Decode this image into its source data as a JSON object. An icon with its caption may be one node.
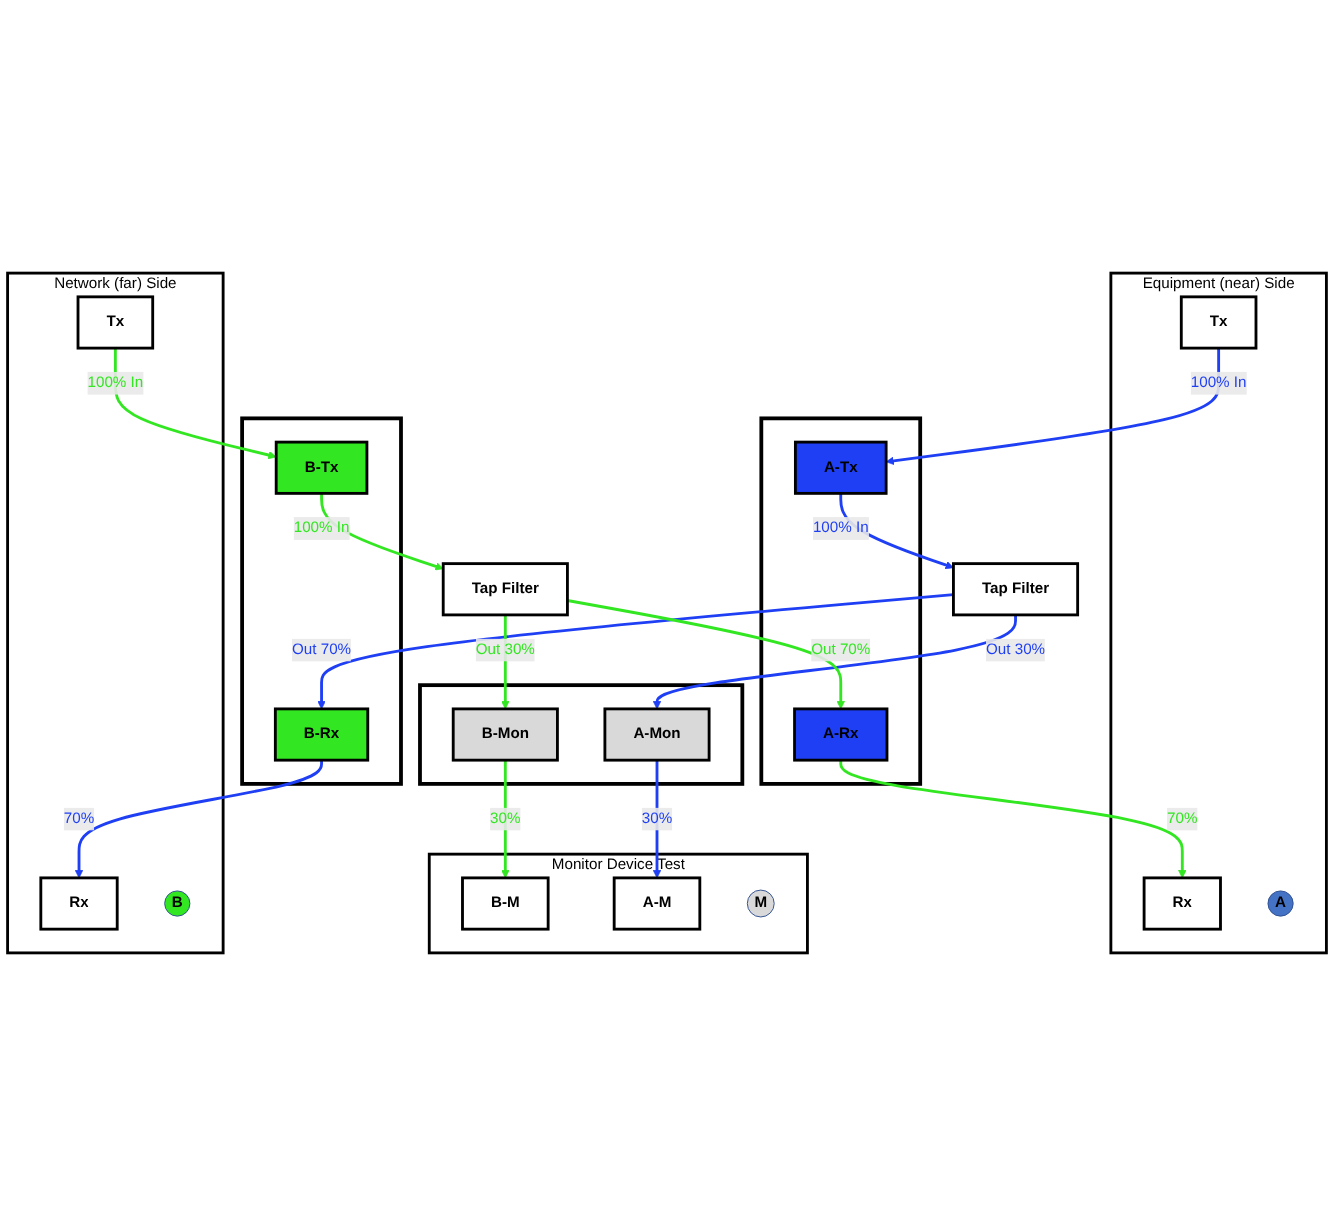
{
  "diagram": {
    "nodes": [
      {
        "text": [
          "Tap Filter"
        ]
      },
      {
        "text": [
          "Tap Filter"
        ]
      },
      {
        "text": [],
        "shape": "box"
      },
      {
        "text": [
          "A-Tx"
        ],
        "in": 2
      },
      {
        "text": [
          "A-Rx"
        ],
        "in": 2
      },
      {
        "text": [],
        "shape": "box"
      },
      {
        "text": [
          "B-Tx"
        ],
        "in": 5
      },
      {
        "text": [
          "B-Rx"
        ],
        "in": 5
      },
      {
        "text": [],
        "shape": "box"
      },
      {
        "text": [
          "A-Mon"
        ],
        "in": 8
      },
      {
        "text": [
          "B-Mon"
        ],
        "in": 8
      },
      {
        "text": [
          "Equipment (near) Side"
        ]
      },
      {
        "text": [
          "Tx"
        ],
        "in": 11
      },
      {
        "text": [
          "Rx"
        ],
        "in": 11
      },
      {
        "text": [
          "A"
        ],
        "in": 11
      },
      {
        "text": [
          "Network (far) Side"
        ]
      },
      {
        "text": [
          "Tx"
        ],
        "in": 15
      },
      {
        "text": [
          "Rx"
        ],
        "in": 15
      },
      {
        "text": [
          "B"
        ],
        "in": 15
      },
      {
        "text": [
          "Monitor Device Test"
        ]
      },
      {
        "text": [
          "A-M"
        ],
        "in": 19
      },
      {
        "text": [
          "B-M"
        ],
        "in": 19
      },
      {
        "text": [
          "M"
        ],
        "in": 19
      }
    ],
    "edges": [
      {
        "from": 12,
        "to": 3,
        "arrow": "to",
        "label": "100% In",
        "color": "#1f3ff5"
      },
      {
        "from": 3,
        "to": 0,
        "arrow": "to",
        "label": "100% In",
        "color": "#1f3ff5"
      },
      {
        "from": 0,
        "to": 7,
        "arrow": "to",
        "label": "Out 70%",
        "color": "#1f3ff5"
      },
      {
        "from": 0,
        "to": 9,
        "arrow": "to",
        "label": "Out 30%",
        "color": "#1f3ff5"
      },
      {
        "from": 7,
        "to": 17,
        "arrow": "to",
        "label": "70%",
        "color": "#1f3ff5"
      },
      {
        "from": 9,
        "to": 20,
        "arrow": "to",
        "label": "30%",
        "color": "#1f3ff5"
      },
      {
        "from": 16,
        "to": 6,
        "arrow": "to",
        "label": "100% In",
        "color": "#33e622"
      },
      {
        "from": 6,
        "to": 1,
        "arrow": "to",
        "label": "100% In",
        "color": "#33e622"
      },
      {
        "from": 1,
        "to": 4,
        "arrow": "to",
        "label": "Out 70%",
        "color": "#33e622"
      },
      {
        "from": 1,
        "to": 10,
        "arrow": "to",
        "label": "Out 30%",
        "color": "#33e622"
      },
      {
        "from": 4,
        "to": 13,
        "arrow": "to",
        "label": "70%",
        "color": "#33e622"
      },
      {
        "from": 10,
        "to": 21,
        "arrow": "to",
        "label": "30%",
        "color": "#33e622"
      }
    ]
  }
}
